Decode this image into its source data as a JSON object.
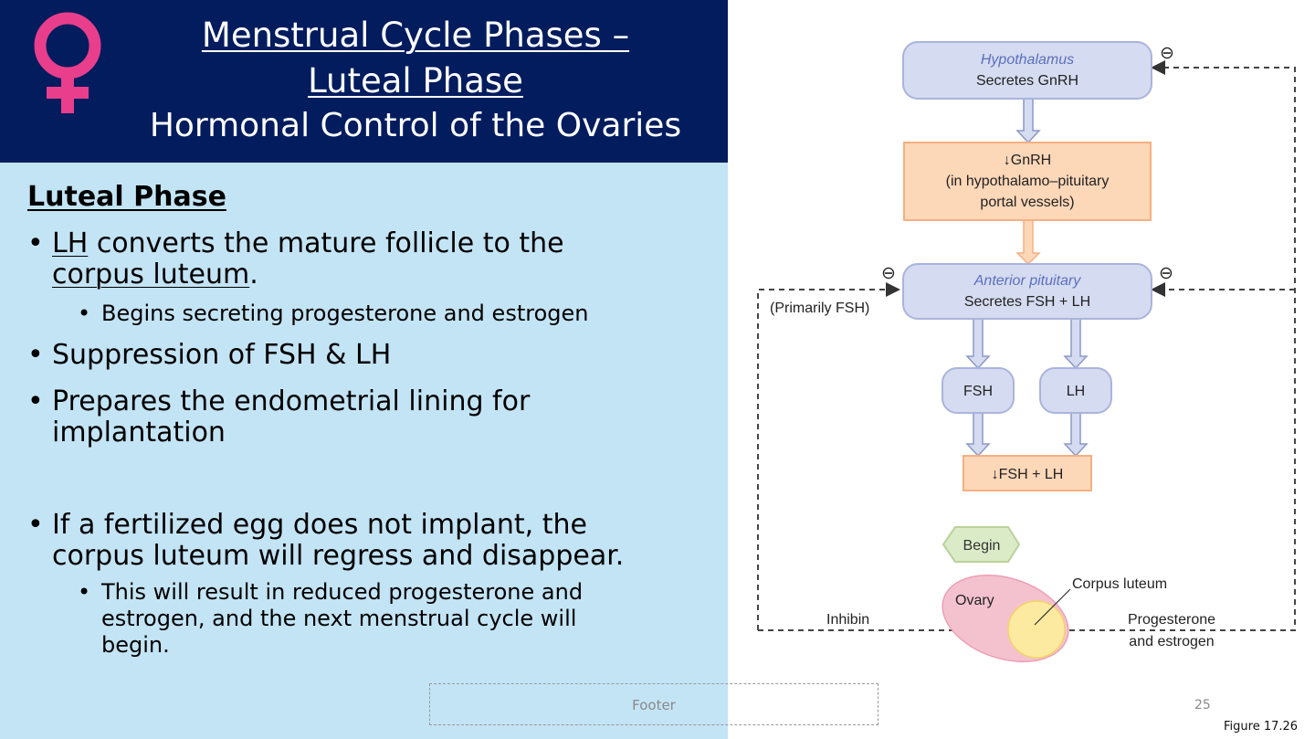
{
  "slide": {
    "title_line1": "Menstrual Cycle Phases –",
    "title_line2": "Luteal Phase",
    "title_line3": "Hormonal Control of the Ovaries",
    "icon": "venus-symbol-icon",
    "colors": {
      "header_bg": "#021c5e",
      "content_bg": "#c3e4f5",
      "icon": "#e83e8c"
    }
  },
  "content": {
    "section_heading": "Luteal Phase",
    "bullet1_lh": "LH",
    "bullet1_rest": " converts the mature follicle to the",
    "bullet1_cl": "corpus luteum",
    "bullet1_period": ".",
    "sub1": "Begins secreting progesterone and estrogen",
    "bullet2": "Suppression of FSH & LH",
    "bullet3_line1": "Prepares the endometrial lining for",
    "bullet3_line2": "implantation",
    "bullet4_line1": "If a fertilized egg does not implant, the",
    "bullet4_line2": "corpus luteum will regress and disappear.",
    "sub4_line1": "This will result in reduced progesterone and",
    "sub4_line2": "estrogen, and the next menstrual cycle will",
    "sub4_line3": "begin."
  },
  "diagram": {
    "hypothalamus_title": "Hypothalamus",
    "hypothalamus_text": "Secretes GnRH",
    "gnrh_line1": "↓GnRH",
    "gnrh_line2": "(in hypothalamo–pituitary",
    "gnrh_line3": "portal vessels)",
    "pituitary_title": "Anterior pituitary",
    "pituitary_text": "Secretes FSH + LH",
    "fsh": "FSH",
    "lh": "LH",
    "fsh_lh_result": "↓FSH + LH",
    "begin": "Begin",
    "ovary": "Ovary",
    "corpus_luteum": "Corpus luteum",
    "inhibin": "Inhibin",
    "primarily_fsh": "(Primarily FSH)",
    "progesterone_line1": "Progesterone",
    "progesterone_line2": "and estrogen",
    "inhibit_symbol": "⊖",
    "colors": {
      "blue_box": "#d5dbf0",
      "blue_stroke": "#aab4dc",
      "orange_box": "#fcd7b8",
      "orange_stroke": "#f5b082",
      "begin_fill": "#dcebc7",
      "ovary_fill": "#f4c2cf",
      "luteum_fill": "#fbeaa0",
      "title_blue": "#5a6fbf"
    }
  },
  "footer": {
    "text": "Footer",
    "page_number": "25",
    "figure_label": "Figure 17.26"
  }
}
